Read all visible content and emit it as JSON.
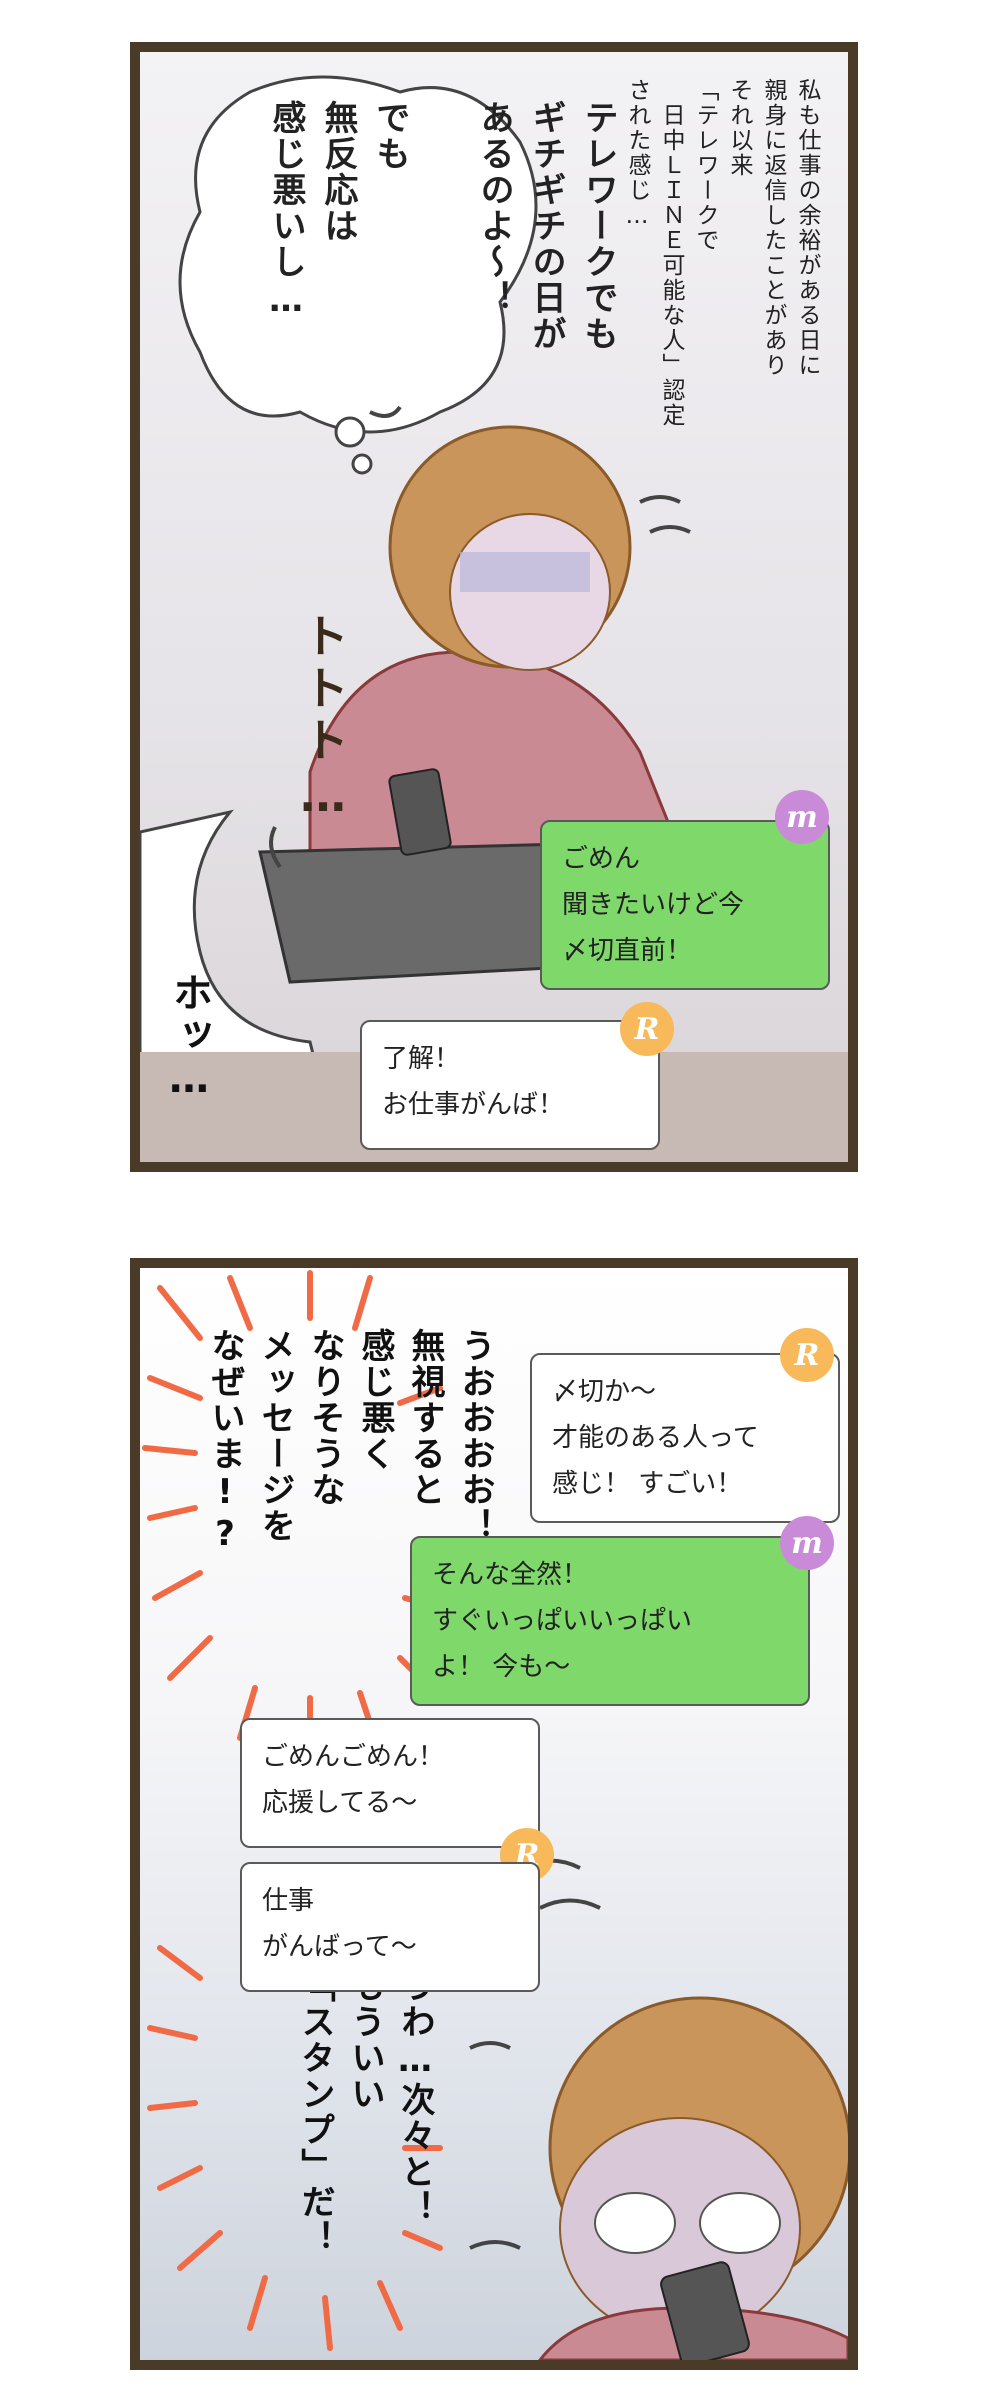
{
  "panel1": {
    "narration": "私も仕事の余裕がある日に\n親身に返信したことがあり\nそれ以来\n「テレワークで\n　日中ＬＩＮＥ可能な人」認定\nされた感じ…",
    "thought": "テレワークでも\nギチギチの日が\nあるのよ〜！\n\nでも\n無反応は\n感じ悪いし…",
    "sfx": "トトト…",
    "sigh": "ホッ…",
    "messages": [
      {
        "avatar": "m",
        "text": "ごめん\n聞きたいけど今\n〆切直前！"
      },
      {
        "avatar": "R",
        "text": "了解！\nお仕事がんば！"
      }
    ]
  },
  "panel2": {
    "shout_top": "うおおおお！\n無視すると\n感じ悪く\nなりそうな\nメッセージを\nなぜいま!?",
    "shout_bottom": "うわ…次々と！\nもういい\n「スタンプ」だ！",
    "messages": [
      {
        "avatar": "R",
        "text": "〆切か〜\n才能のある人って\n感じ！ すごい！"
      },
      {
        "avatar": "m",
        "text": "そんな全然！\nすぐいっぱいいっぱい\nよ！ 今も〜"
      },
      {
        "avatar": "R",
        "text": "ごめんごめん！\n応援してる〜"
      },
      {
        "avatar": "R",
        "text": "仕事\nがんばって〜"
      }
    ]
  },
  "colors": {
    "frame": "#4a3a28",
    "green_bubble": "#7ed86a",
    "avatar_r": "#f7b95a",
    "avatar_m": "#c98ad8",
    "burst": "#f06a45",
    "shirt": "#c98a94",
    "hair": "#c9955a"
  }
}
